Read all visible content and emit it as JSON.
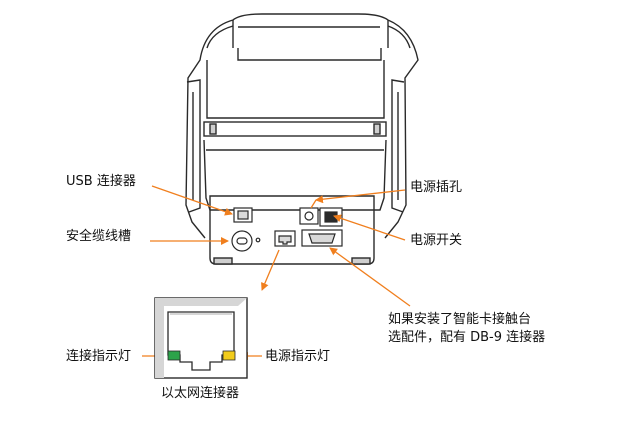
{
  "diagram": {
    "labels": {
      "usb": "USB 连接器",
      "lock_slot": "安全缆线槽",
      "power_socket": "电源插孔",
      "power_switch": "电源开关",
      "smartcard_line1": "如果安装了智能卡接触台",
      "smartcard_line2": "选配件，配有 DB-9 连接器",
      "link_led": "连接指示灯",
      "power_led": "电源指示灯",
      "ethernet": "以太网连接器"
    },
    "colors": {
      "arrow": "#f07f1e",
      "outline": "#2a2a2a",
      "body_fill": "#ffffff",
      "shade": "#cfcfcf",
      "link_led": "#2ca34a",
      "power_led": "#f2cc1c"
    }
  }
}
